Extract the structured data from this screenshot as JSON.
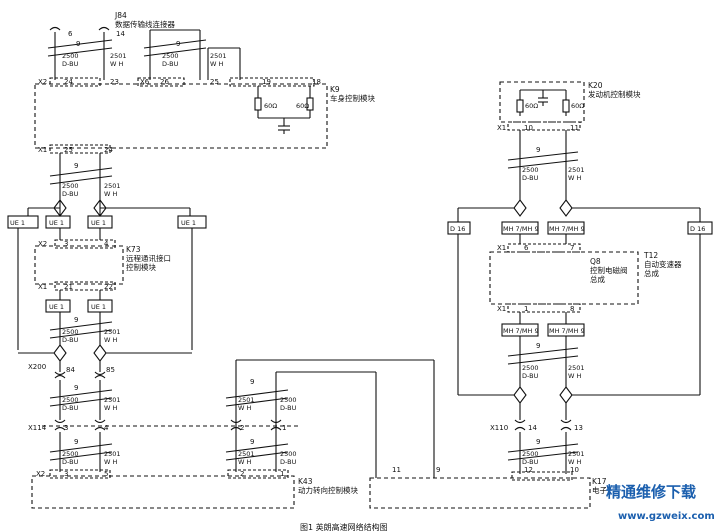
{
  "caption": "图1  英朗高速网络结构图",
  "modules": {
    "j84": {
      "code": "J84",
      "name": "数据传输线连接器",
      "pin_a": "6",
      "pin_b": "14"
    },
    "k9": {
      "code": "K9",
      "name": "车身控制模块",
      "x2": "X2",
      "x6": "X6",
      "x1": "X1",
      "p24": "24",
      "p23": "23",
      "p26": "26",
      "p25": "25",
      "p19": "19",
      "p18": "18",
      "p25b": "25",
      "p24b": "24",
      "r1": "60Ω",
      "r2": "60Ω"
    },
    "k20": {
      "code": "K20",
      "name": "发动机控制模块",
      "x1": "X1",
      "p10": "10",
      "p11": "11",
      "r1": "60Ω",
      "r2": "60Ω"
    },
    "k73": {
      "code": "K73",
      "name1": "远程通讯接口",
      "name2": "控制模块",
      "x2": "X2",
      "x1": "X1",
      "p3": "3",
      "p4": "4",
      "p21": "21",
      "p22": "22"
    },
    "q8": {
      "code": "Q8",
      "name1": "控制电磁阀",
      "name2": "总成",
      "x1a": "X1",
      "x1b": "X1",
      "p6": "6",
      "p7": "7",
      "p1": "1",
      "p8": "8"
    },
    "t12": {
      "code": "T12",
      "name1": "自动变速器",
      "name2": "总成"
    },
    "k43": {
      "code": "K43",
      "name": "动力转向控制模块",
      "x2": "X2",
      "p3": "3",
      "p5": "5",
      "p2": "2",
      "p1": "1",
      "p11": "11",
      "p9": "9"
    },
    "k17": {
      "code": "K17",
      "name": "电子",
      "p12": "12",
      "p10": "10"
    }
  },
  "wires": {
    "d_bu": "D-BU",
    "w_h": "W H",
    "code_2500": "2500",
    "code_2501": "2501",
    "twist_9": "9"
  },
  "splices": {
    "x200": "X200",
    "p84": "84",
    "p85": "85",
    "x114": "X114",
    "p3": "3",
    "p4": "4",
    "p2": "2",
    "p1": "1",
    "x110": "X110",
    "p14": "14",
    "p13": "13"
  },
  "connector_boxes": {
    "ue_left_outer": "UE 1",
    "ue_left_a": "UE 1",
    "ue_left_b": "UE 1",
    "ue_right_outer": "UE 1",
    "ue_k73_a": "UE 1",
    "ue_k73_b": "UE 1",
    "d16_left": "D 16",
    "mh_top_a": "MH 7/MH 9",
    "mh_top_b": "MH 7/MH 9",
    "d16_right": "D 16",
    "mh_bot_a": "MH 7/MH 9",
    "mh_bot_b": "MH 7/MH 9"
  },
  "watermark": {
    "line1": "精通维修下载",
    "line2": "www.gzweix.com"
  }
}
